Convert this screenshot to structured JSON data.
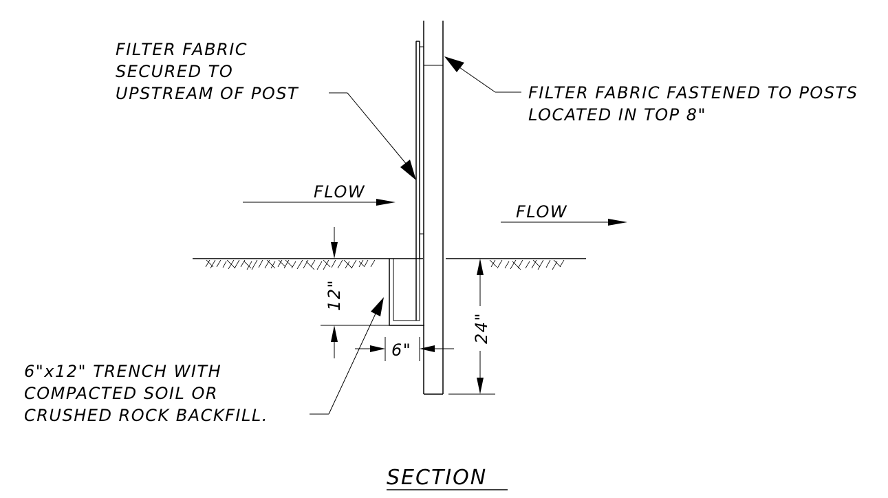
{
  "notes": {
    "fabric_upstream": [
      "FILTER FABRIC",
      "SECURED TO",
      "UPSTREAM OF POST"
    ],
    "fabric_fastened": [
      "FILTER FABRIC FASTENED TO POSTS",
      "LOCATED IN TOP 8\""
    ],
    "trench": [
      "6\"x12\" TRENCH WITH",
      "COMPACTED SOIL OR",
      "CRUSHED ROCK BACKFILL."
    ]
  },
  "flow_left": "FLOW",
  "flow_right": "FLOW",
  "dims": {
    "trench_depth": "12\"",
    "trench_width": "6\"",
    "post_embed": "24\""
  },
  "title": "SECTION"
}
